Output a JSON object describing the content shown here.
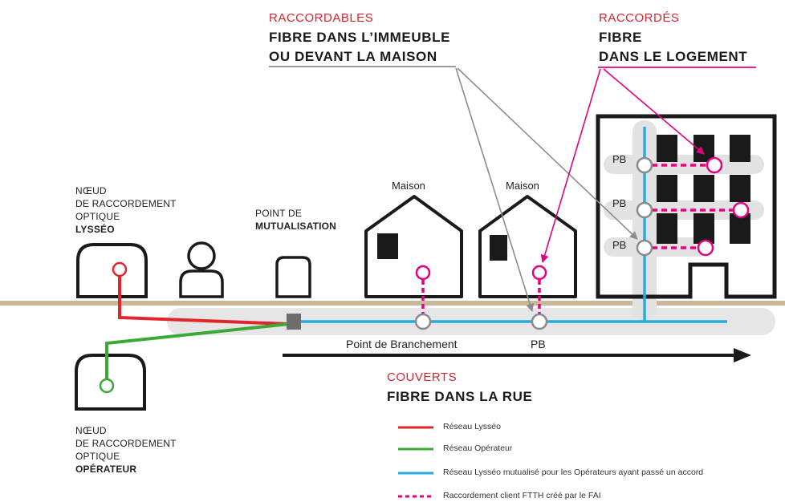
{
  "callouts": {
    "raccordables": {
      "title": "RACCORDABLES",
      "line1": "FIBRE DANS L’IMMEUBLE",
      "line2": "OU DEVANT LA MAISON"
    },
    "raccordes": {
      "title": "RACCORDÉS",
      "line1": "FIBRE",
      "line2": "DANS LE LOGEMENT"
    },
    "couverts": {
      "title": "COUVERTS",
      "line1": "FIBRE DANS LA RUE"
    }
  },
  "nodes": {
    "lysseo": {
      "line1": "NŒUD",
      "line2": "DE RACCORDEMENT",
      "line3": "OPTIQUE",
      "bold": "LYSSÉO"
    },
    "operateur": {
      "line1": "NŒUD",
      "line2": "DE RACCORDEMENT",
      "line3": "OPTIQUE",
      "bold": "OPÉRATEUR"
    },
    "mutualisation": {
      "line1": "POINT DE",
      "bold": "MUTUALISATION"
    }
  },
  "labels": {
    "maison1": "Maison",
    "maison2": "Maison",
    "point_branchement": "Point de Branchement",
    "pb_street": "PB",
    "pb_building": [
      "PB",
      "PB",
      "PB"
    ]
  },
  "legend": [
    {
      "text": "Réseau Lysséo",
      "color": "#e0252b",
      "style": "solid"
    },
    {
      "text": "Réseau Opérateur",
      "color": "#3aa935",
      "style": "solid"
    },
    {
      "text": "Réseau Lysséo mutualisé pour les Opérateurs ayant passé un accord",
      "color": "#29abe2",
      "style": "solid"
    },
    {
      "text": "Raccordement client FTTH créé par le FAI",
      "color": "#e6007e",
      "style": "dashed"
    }
  ],
  "colors": {
    "red": "#e0252b",
    "green": "#3aa935",
    "blue": "#29abe2",
    "magenta": "#e6007e",
    "grey_band": "#e6e6e6",
    "ground": "#c9b79c",
    "ink": "#1a1a1a"
  }
}
